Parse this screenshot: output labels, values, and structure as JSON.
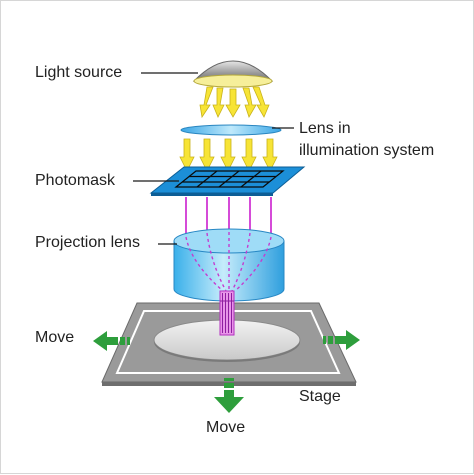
{
  "labels": {
    "light_source": "Light source",
    "lens_line1": "Lens in",
    "lens_line2": "illumination system",
    "photomask": "Photomask",
    "projection_lens": "Projection lens",
    "move_left": "Move",
    "move_bottom": "Move",
    "stage": "Stage"
  },
  "colors": {
    "light_yellow": "#f7e436",
    "projection_rays": "#d54bd8",
    "lens_blue": "#5cc2ef",
    "mask_blue": "#1c8fd8",
    "arrow_green": "#2e9e3c",
    "stage_gray": "#8c8c8c"
  }
}
